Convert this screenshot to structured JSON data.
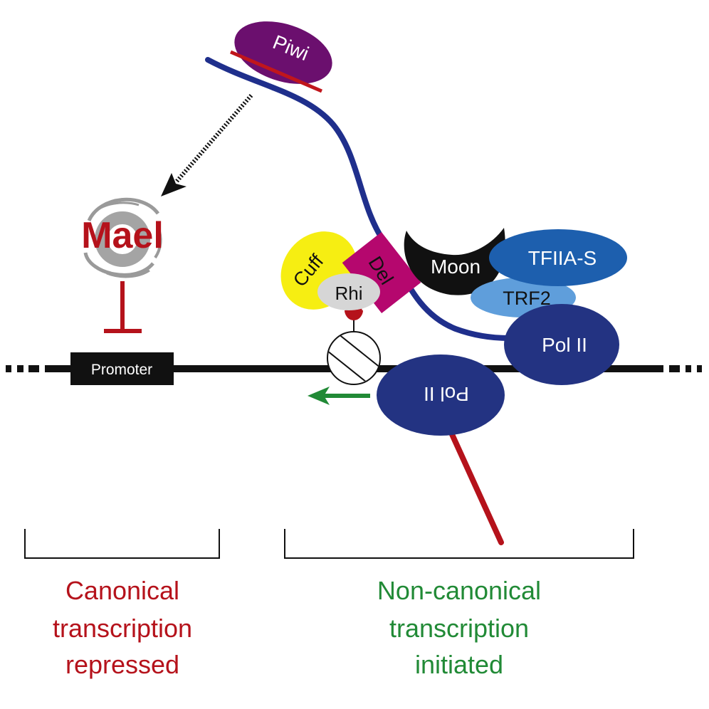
{
  "diagram": {
    "proteins": {
      "piwi": "Piwi",
      "mael": "Mael",
      "cuff": "Cuff",
      "rhi": "Rhi",
      "del": "Del",
      "moon": "Moon",
      "tfiia_s": "TFIIA-S",
      "trf2": "TRF2",
      "pol2_sense": "Pol II",
      "pol2_antisense": "Pol II"
    },
    "elements": {
      "promoter": "Promoter"
    },
    "captions": {
      "left": [
        "Canonical",
        "transcription",
        "repressed"
      ],
      "right": [
        "Non-canonical",
        "transcription",
        "initiated"
      ]
    },
    "colors": {
      "piwi": "#6b0f6e",
      "pirna": "#c0161c",
      "transcript": "#1f2f8c",
      "mael": "#b5121b",
      "mael_swirl": "#9a9a9a",
      "cuff": "#f6ee12",
      "rhi": "#d6d6d6",
      "del": "#b5076e",
      "moon": "#111111",
      "tfiia_s": "#1d5fae",
      "trf2": "#5f9edb",
      "pol2": "#233382",
      "nascent_rna": "#b5121b",
      "arrow_green": "#218a36",
      "repressed_text": "#b5121b",
      "initiated_text": "#218a36",
      "dna": "#111111"
    }
  }
}
